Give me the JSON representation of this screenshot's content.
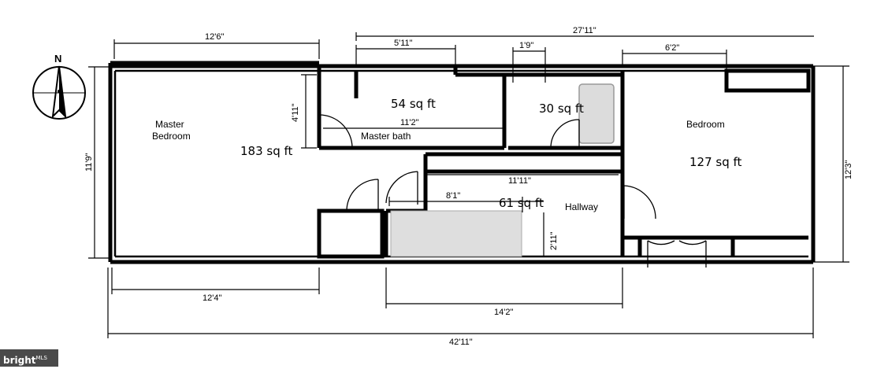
{
  "compass": {
    "north_label": "N",
    "icon": "north-arrow-icon"
  },
  "rooms": {
    "master_bedroom": {
      "name_line1": "Master",
      "name_line2": "Bedroom",
      "area": "183 sq ft"
    },
    "master_bath": {
      "name": "Master bath",
      "area": "54 sq ft"
    },
    "bath_small": {
      "area": "30 sq ft"
    },
    "bedroom": {
      "name": "Bedroom",
      "area": "127 sq ft"
    },
    "hallway": {
      "name": "Hallway",
      "area": "61 sq ft"
    }
  },
  "dimensions": {
    "top_master": "12'6\"",
    "top_overall": "27'11\"",
    "top_bath": "5'11\"",
    "top_closet": "1'9\"",
    "top_bedroom": "6'2\"",
    "left_height": "11'9\"",
    "right_height": "12'3\"",
    "bath_height": "4'11\"",
    "bath_width": "11'2\"",
    "hall_width": "11'11\"",
    "hall_inner": "8'1\"",
    "hall_depth": "2'11\"",
    "bottom_master": "12'4\"",
    "bottom_hall": "14'2\"",
    "bottom_overall": "42'11\""
  },
  "watermark": {
    "brand": "bright",
    "suffix": "MLS"
  }
}
